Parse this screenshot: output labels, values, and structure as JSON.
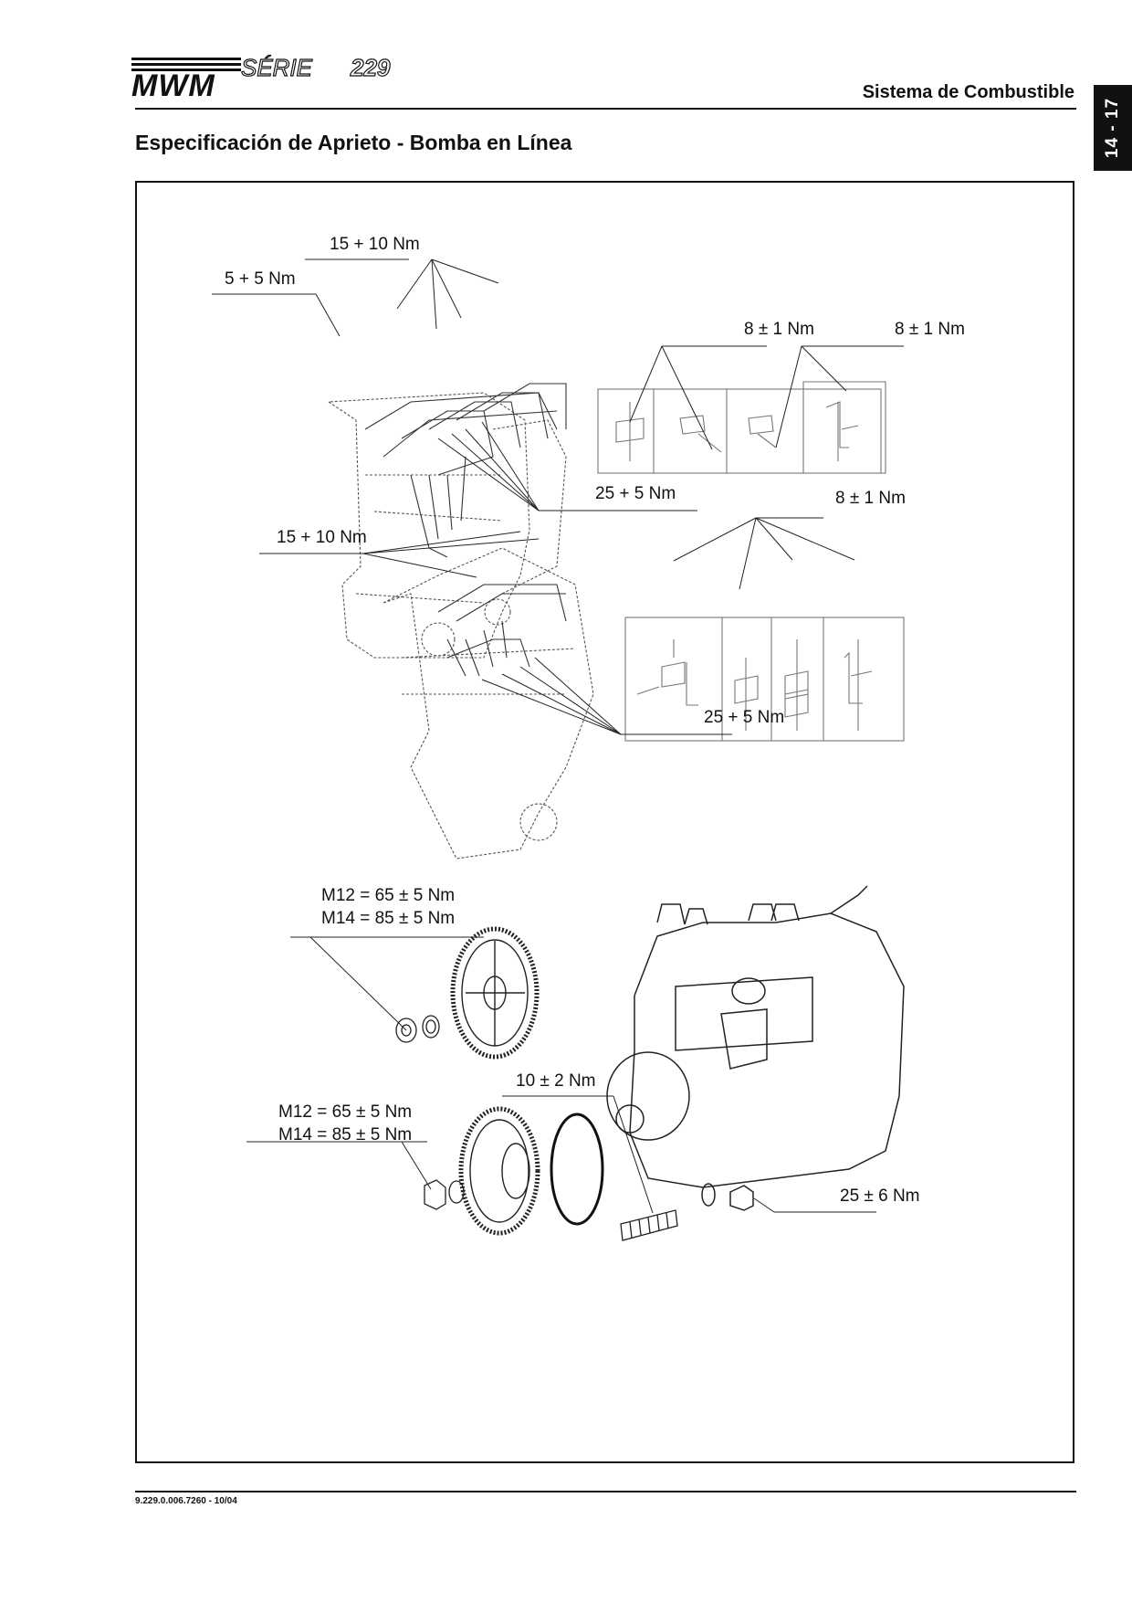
{
  "header": {
    "logo_text": "MWM",
    "logo_series": "SÉRIE 229",
    "section": "Sistema de Combustible",
    "page_tab": "14 - 17"
  },
  "page": {
    "title": "Especificación de Aprieto - Bomba en Línea"
  },
  "labels": {
    "top_engine_upper": "15 + 10 Nm",
    "top_engine_left": "5 + 5 Nm",
    "top_engine_injectors": "25 + 5 Nm",
    "clamp_set_a": "8 ± 1 Nm",
    "clamp_set_b": "8 ± 1 Nm",
    "clamp_set_c": "8 ± 1 Nm",
    "second_engine_upper": "15 + 10 Nm",
    "second_engine_injectors": "25 + 5 Nm",
    "gear_upper_m12": "M12 = 65 ± 5 Nm",
    "gear_upper_m14": "M14 = 85 ± 5 Nm",
    "gear_lower_m12": "M12 = 65 ± 5 Nm",
    "gear_lower_m14": "M14 = 85 ± 5 Nm",
    "stud": "10 ± 2 Nm",
    "pump_nut": "25 ± 6 Nm"
  },
  "footer": {
    "doc_code": "9.229.0.006.7260  -  10/04"
  }
}
